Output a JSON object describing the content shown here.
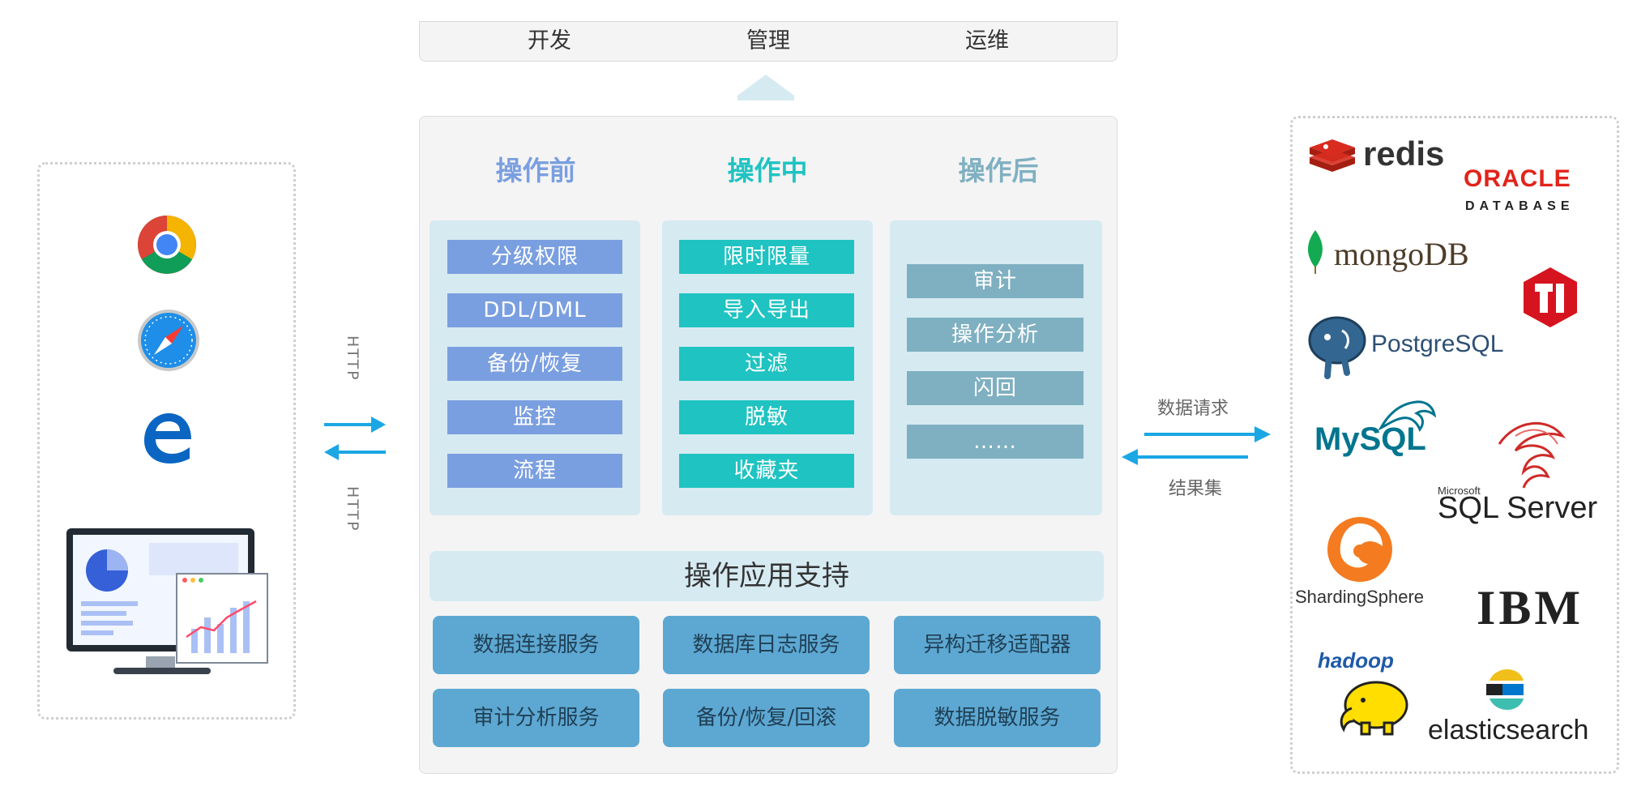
{
  "top_roles": [
    "开发",
    "管理",
    "运维"
  ],
  "columns": [
    {
      "title": "操作前",
      "items": [
        "分级权限",
        "DDL/DML",
        "备份/恢复",
        "监控",
        "流程"
      ]
    },
    {
      "title": "操作中",
      "items": [
        "限时限量",
        "导入导出",
        "过滤",
        "脱敏",
        "收藏夹"
      ]
    },
    {
      "title": "操作后",
      "items": [
        "审计",
        "操作分析",
        "闪回",
        "……"
      ]
    }
  ],
  "support_title": "操作应用支持",
  "services": [
    "数据连接服务",
    "数据库日志服务",
    "异构迁移适配器",
    "审计分析服务",
    "备份/恢复/回滚",
    "数据脱敏服务"
  ],
  "http_labels": [
    "HTTP",
    "HTTP"
  ],
  "flow_labels": {
    "request": "数据请求",
    "result": "结果集"
  },
  "db_logos": {
    "redis": "redis",
    "oracle": "ORACLE",
    "oracle_sub": "DATABASE",
    "mongodb": "mongoDB",
    "postgresql": "PostgreSQL",
    "mysql": "MySQL",
    "sqlserver_small": "Microsoft",
    "sqlserver": "SQL Server",
    "sharding": "ShardingSphere",
    "ibm": "IBM",
    "hadoop": "hadoop",
    "elastic": "elasticsearch"
  },
  "colors": {
    "before": "#7a9fe0",
    "during": "#1fc3c1",
    "after": "#7fb0c1",
    "service": "#5da8d2",
    "arrow": "#1ba7e4"
  },
  "icons": [
    "chrome-icon",
    "safari-icon",
    "edge-icon",
    "dashboard-monitor-icon"
  ]
}
